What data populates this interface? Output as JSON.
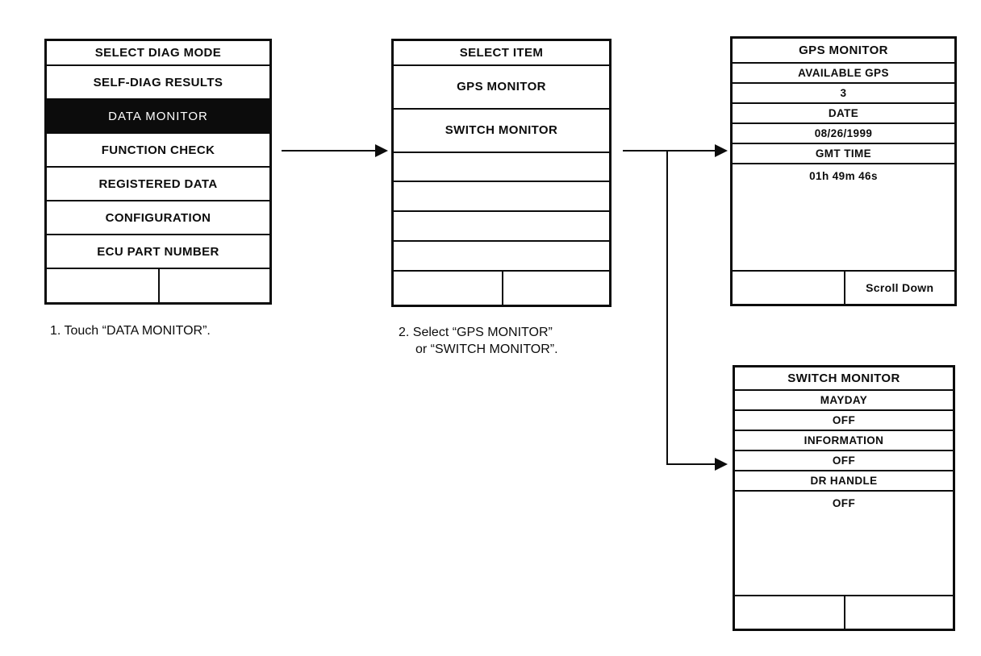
{
  "colors": {
    "ink": "#0c0c0c",
    "paper": "#ffffff",
    "highlight_bg": "#0c0c0c",
    "highlight_text": "#ffffff"
  },
  "captions": {
    "step1": "1. Touch “DATA MONITOR”.",
    "step2_line1": "2. Select “GPS MONITOR”",
    "step2_line2": "or “SWITCH MONITOR”."
  },
  "screens": [
    {
      "title": "SELECT DIAG MODE",
      "items": [
        "SELF-DIAG RESULTS",
        "DATA MONITOR",
        "FUNCTION CHECK",
        "REGISTERED DATA",
        "CONFIGURATION",
        "ECU PART NUMBER"
      ],
      "highlighted_item": "DATA MONITOR",
      "footer_left": "",
      "footer_right": ""
    },
    {
      "title": "SELECT ITEM",
      "items": [
        "GPS MONITOR",
        "SWITCH MONITOR",
        "",
        "",
        "",
        ""
      ],
      "footer_left": "",
      "footer_right": ""
    },
    {
      "title": "GPS MONITOR",
      "items": [
        "AVAILABLE GPS",
        "3",
        "DATE",
        "08/26/1999",
        "GMT TIME"
      ],
      "value": "01h 49m 46s",
      "footer_left": "",
      "footer_right": "Scroll Down"
    },
    {
      "title": "SWITCH MONITOR",
      "items": [
        "MAYDAY",
        "OFF",
        "INFORMATION",
        "OFF",
        "DR HANDLE"
      ],
      "value": "OFF",
      "footer_left": "",
      "footer_right": ""
    }
  ]
}
